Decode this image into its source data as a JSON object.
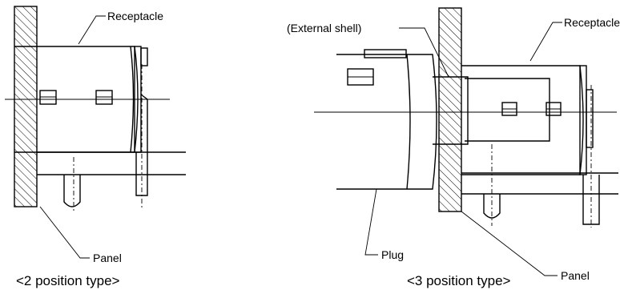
{
  "left_view": {
    "receptacle_label": "Receptacle",
    "panel_label": "Panel",
    "caption": "<2 position type>"
  },
  "right_view": {
    "external_shell_label": "(External shell)",
    "receptacle_label": "Receptacle",
    "plug_label": "Plug",
    "panel_label": "Panel",
    "caption": "<3 position type>"
  }
}
